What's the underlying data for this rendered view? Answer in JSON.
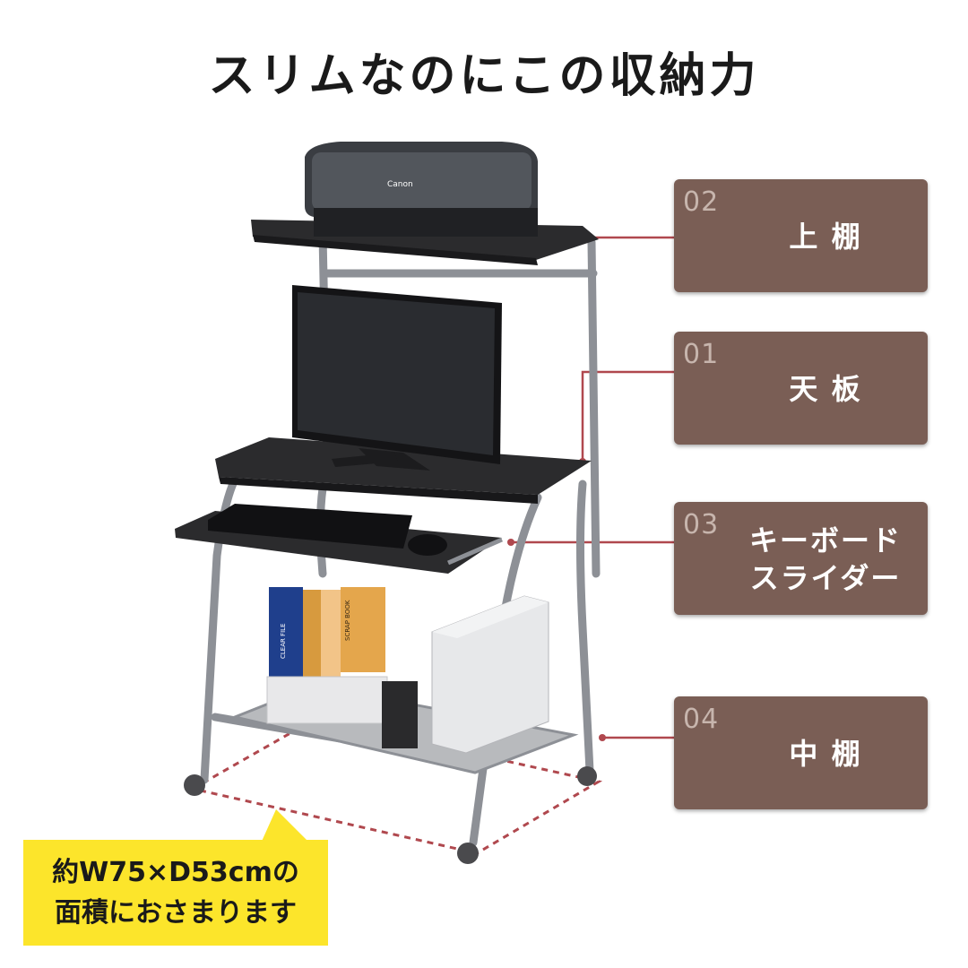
{
  "title": "スリムなのにこの収納力",
  "labels": [
    {
      "num": "02",
      "line1": "上 棚",
      "line2": ""
    },
    {
      "num": "01",
      "line1": "天 板",
      "line2": ""
    },
    {
      "num": "03",
      "line1": "キーボード",
      "line2": "スライダー"
    },
    {
      "num": "04",
      "line1": "中 棚",
      "line2": ""
    }
  ],
  "callout": {
    "line1": "約W75×D53cmの",
    "line2": "面積におさまります"
  },
  "product": {
    "printer_brand": "Canon",
    "book_spine_label": "SCRAP BOOK",
    "file_spine_label": "CLEAR FILE"
  },
  "colors": {
    "label_bg": "#7a5e55",
    "label_num": "#c7b5ad",
    "leader_line": "#b0484e",
    "callout_bg": "#fce52b",
    "frame": "#8d9096",
    "board": "#2b2b2d"
  }
}
